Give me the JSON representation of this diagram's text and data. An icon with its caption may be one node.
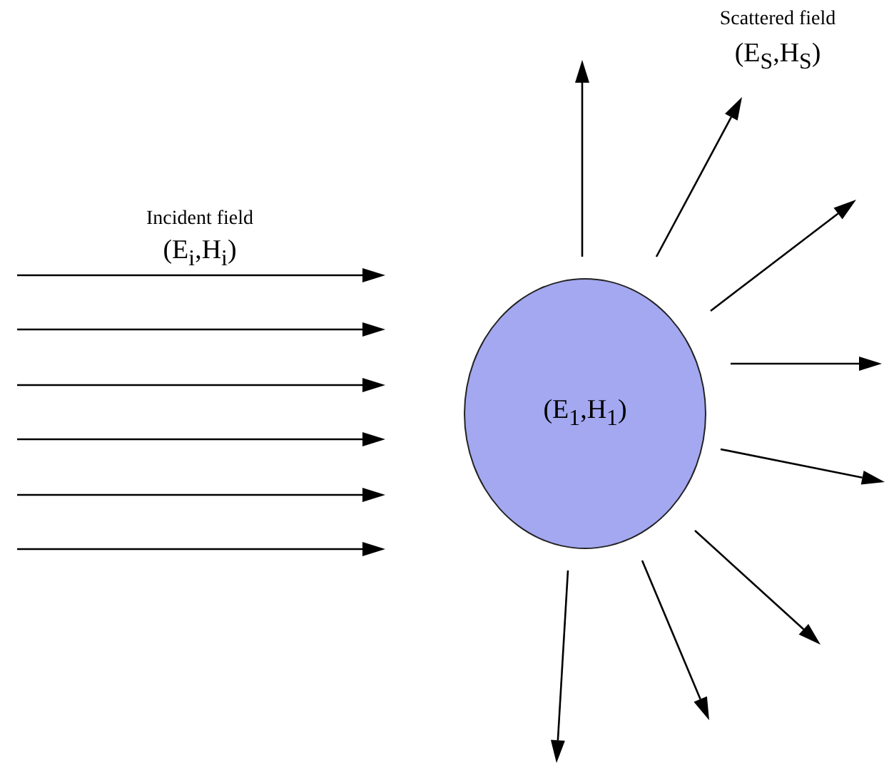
{
  "diagram": {
    "nodes": [
      {
        "text": [
          "(E$_{1}$,H$_{1}$)"
        ]
      }
    ],
    "labels": [
      "Scattered field",
      "(E$_{S}$,H$_{S}$)",
      "Incident field",
      "(E$_{i}$,H$_{i}$)"
    ]
  }
}
